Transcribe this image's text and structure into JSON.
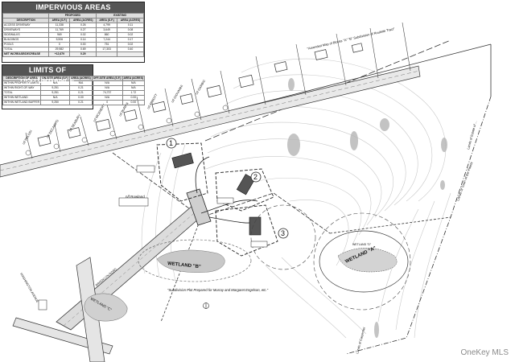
{
  "tables": {
    "impervious": {
      "title": "IMPERVIOUS AREAS",
      "group_headers": [
        "PROPOSED",
        "EXISTING"
      ],
      "columns": [
        "DESCRIPTION",
        "AREA (S.F.)",
        "AREA (ACRES)",
        "AREA (S.F.)",
        "AREA (ACRES)"
      ],
      "rows": [
        [
          "ACCESS DRIVEWAY",
          "11,338",
          "0.26",
          "4,799",
          "0.11"
        ],
        [
          "DRIVEWAYS",
          "11,769",
          "0.27",
          "3,649",
          "0.08"
        ],
        [
          "SIDEWALKS",
          "969",
          "0.02",
          "860",
          "0.02"
        ],
        [
          "BUILDINGS",
          "5,906",
          "0.14",
          "7,244",
          "0.17"
        ],
        [
          "POOLS",
          "0",
          "0.00",
          "751",
          "0.02"
        ],
        [
          "TOTAL",
          "29,982",
          "0.69",
          "17,303",
          "0.40"
        ],
        [
          "NET INCREASE/DECREASE",
          "+12,679",
          "0.29",
          "",
          ""
        ]
      ]
    },
    "disturbance": {
      "title": "LIMITS OF DISTURBANCE",
      "columns": [
        "DESCRIPTION OF AREA",
        "ON-SITE AREA (S.F.)",
        "AREA (ACRES)",
        "OFF-SITE AREA (S.F.)",
        "AREA (ACRES)"
      ],
      "rows": [
        [
          "WITHIN PROPERTY LIMITS",
          "N/A",
          "N/A",
          "N/A",
          "N/A"
        ],
        [
          "WITHIN RIGHT-OF-WAY",
          "9,251",
          "0.21",
          "N/A",
          "N/A"
        ],
        [
          "TOTAL",
          "9,251",
          "0.21",
          "74,737",
          "1.72"
        ],
        [
          "WITHIN WETLAND",
          "N/A",
          "0.00",
          "N/A",
          "0.00"
        ],
        [
          "WITHIN WETLAND BUFFER",
          "9,250",
          "0.21",
          "0",
          "0.00"
        ]
      ]
    }
  },
  "labels": {
    "lot1": "1",
    "lot2": "2",
    "lot3": "3",
    "wetland_a": "WETLAND \"A\"",
    "wetland_b": "WETLAND \"B\"",
    "wetland_c": "WETLAND \"C\"",
    "owner_rowland": "n/f Rowland",
    "map_note_top": "\"Amended Map of Blocks \"A\" \"B\" Subdivision of Roulette Tract\"",
    "subdivision_plot": "\"Subdivision Plot Prepared for Murray and Margaret Engelson, etc.\"",
    "plat_note_right": "Lands of Town of the Fleets",
    "estate_note": "Lands of Estate of ...",
    "lands_note": "Lands of Carpenter",
    "road_a": "WASHINGTON AVENUE",
    "road_b": "BROOKLYN ROAD",
    "wetland_label_small": "WETLAND \"D\""
  },
  "lot_owners": [
    "n/f SEABURY",
    "n/f DECAMPO",
    "n/f BURRA",
    "n/f ABBOTT",
    "n/f MCENERY",
    "n/f GIOVANNI",
    "n/f GARBIC",
    "n/f PELOSI"
  ],
  "watermark": "OneKey MLS",
  "colors": {
    "ink": "#222222",
    "road": "#cfcfcf",
    "header": "#555555"
  }
}
